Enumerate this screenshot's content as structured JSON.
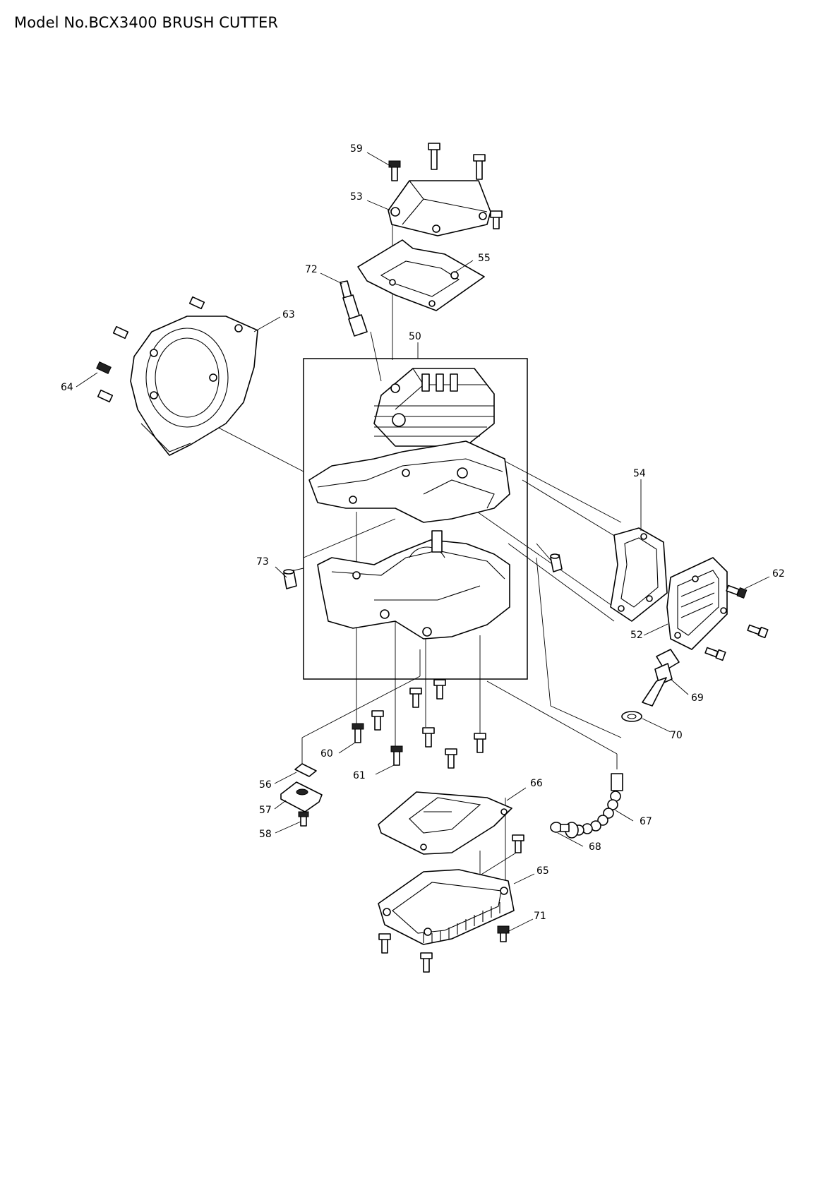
{
  "title": "Model No.BCX3400 BRUSH CUTTER",
  "callouts": [
    {
      "id": "50",
      "label": "50"
    },
    {
      "id": "52",
      "label": "52"
    },
    {
      "id": "53",
      "label": "53"
    },
    {
      "id": "54",
      "label": "54"
    },
    {
      "id": "55",
      "label": "55"
    },
    {
      "id": "56",
      "label": "56"
    },
    {
      "id": "57",
      "label": "57"
    },
    {
      "id": "58",
      "label": "58"
    },
    {
      "id": "59",
      "label": "59"
    },
    {
      "id": "60",
      "label": "60"
    },
    {
      "id": "61",
      "label": "61"
    },
    {
      "id": "62",
      "label": "62"
    },
    {
      "id": "63",
      "label": "63"
    },
    {
      "id": "64",
      "label": "64"
    },
    {
      "id": "65",
      "label": "65"
    },
    {
      "id": "66",
      "label": "66"
    },
    {
      "id": "67",
      "label": "67"
    },
    {
      "id": "68",
      "label": "68"
    },
    {
      "id": "69",
      "label": "69"
    },
    {
      "id": "70",
      "label": "70"
    },
    {
      "id": "71",
      "label": "71"
    },
    {
      "id": "72",
      "label": "72"
    },
    {
      "id": "73",
      "label": "73"
    }
  ]
}
